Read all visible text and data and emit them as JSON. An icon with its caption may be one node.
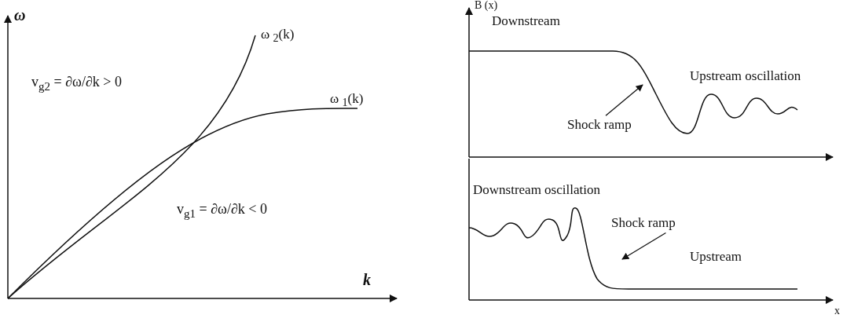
{
  "diagram": {
    "nodes": [
      {
        "text": [
          "Shock ramp"
        ]
      },
      {
        "text": [
          "Shock ramp"
        ]
      }
    ],
    "edges": [
      {
        "from": 0,
        "to": null,
        "arrow": "to"
      },
      {
        "from": 1,
        "to": null,
        "arrow": "to"
      }
    ],
    "labels": [
      "ω",
      "ω $_{2}$(k)",
      "B (x)",
      "Downstream",
      "Upstream oscillation",
      "v$_{g2}$ = ∂ω/∂k > 0",
      "ω $_{1}$(k)",
      "v$_{g1}$ = ∂ω/∂k < 0",
      "Downstream oscillation",
      "Upstream",
      "k",
      "x"
    ]
  }
}
